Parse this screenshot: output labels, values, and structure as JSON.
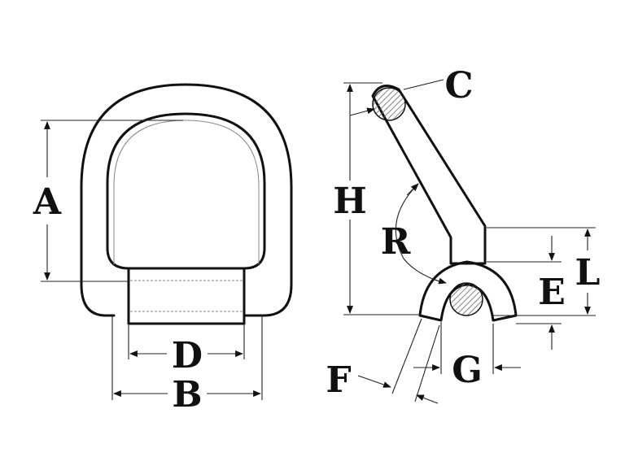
{
  "labels": {
    "a": "A",
    "b": "B",
    "c": "C",
    "d": "D",
    "e": "E",
    "f": "F",
    "g": "G",
    "h": "H",
    "l": "L",
    "r": "R"
  },
  "colors": {
    "line": "#111111",
    "hatch": "#666666",
    "background": "#ffffff"
  }
}
